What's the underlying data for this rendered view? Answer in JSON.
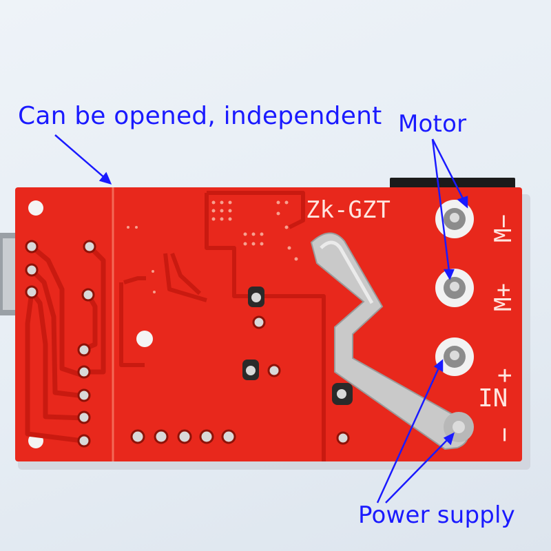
{
  "annotations": {
    "split_note": "Can be opened, independent",
    "motor": "Motor",
    "power": "Power supply"
  },
  "board": {
    "model": "Zk-GZT",
    "terminals": [
      "M-",
      "M+",
      "IN+",
      "IN-"
    ],
    "silk_m": "M",
    "silk_in": "IN",
    "silk_minus": "−",
    "silk_plus": "+"
  },
  "colors": {
    "annotation": "#1a1aff",
    "pcb": "#e8281c",
    "background": "#e8eef5",
    "strap": "#c8c8c8"
  }
}
